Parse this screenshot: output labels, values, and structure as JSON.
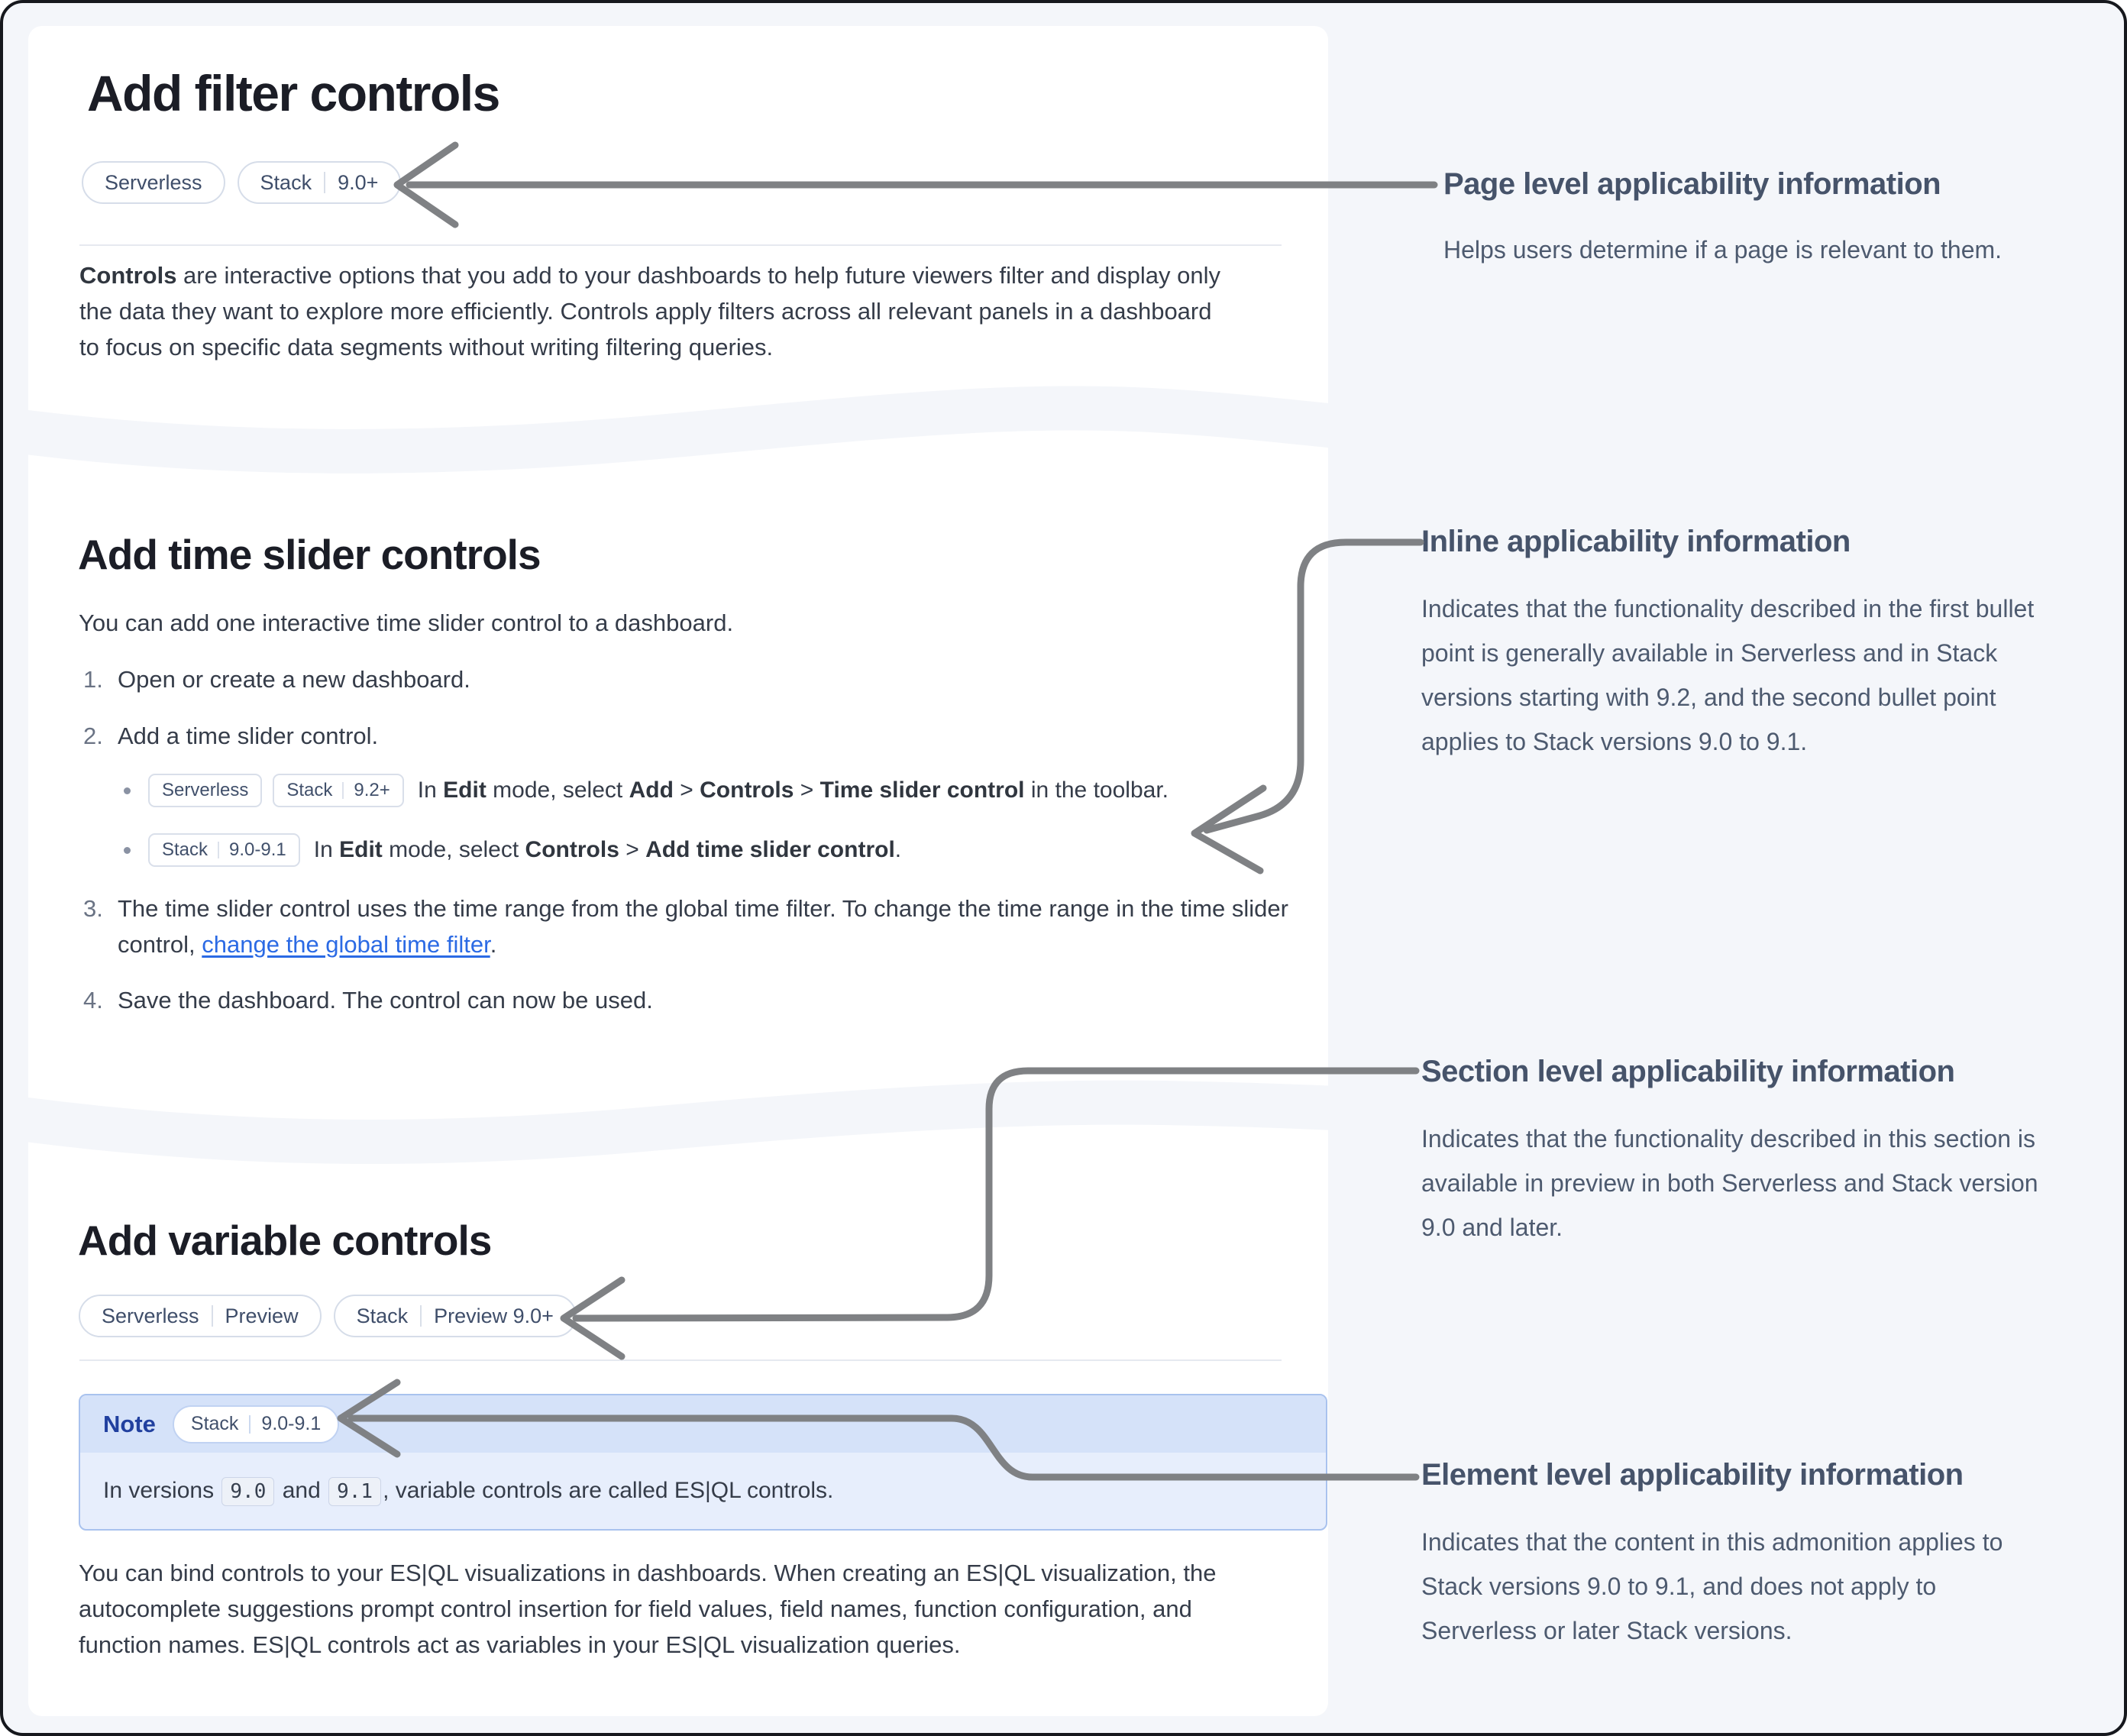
{
  "colors": {
    "page_background": "#f4f6fa",
    "card_background": "#ffffff",
    "heading_text": "#1b1d26",
    "body_text": "#353c49",
    "badge_text": "#3f4e6a",
    "badge_border": "#d6dde9",
    "link_blue": "#2b6ae4",
    "arrow_gray": "#7f8184",
    "note_border": "#a9c2ee",
    "note_header_bg": "#d5e2f9",
    "note_body_bg": "#e7eefc",
    "note_title_blue": "#21409f",
    "annotation_text": "#46536a"
  },
  "card1": {
    "title": "Add filter controls",
    "badge_serverless": "Serverless",
    "badge_stack_label": "Stack",
    "badge_stack_version": "9.0+",
    "p_bold": "Controls",
    "p_rest": " are interactive options that you add to your dashboards to help future viewers filter and display only the data they want to explore more efficiently. Controls apply filters across all relevant panels in a dashboard to focus on specific data segments without writing filtering queries."
  },
  "card2": {
    "title": "Add time slider controls",
    "intro": "You can add one interactive time slider control to a dashboard.",
    "step1_num": "1.",
    "step1": "Open or create a new dashboard.",
    "step2_num": "2.",
    "step2": "Add a time slider control.",
    "b1_badge_serverless": "Serverless",
    "b1_badge_stack_label": "Stack",
    "b1_badge_stack_version": "9.2+",
    "b1_t1": "In ",
    "b1_bold1": "Edit",
    "b1_t2": " mode, select ",
    "b1_bold2": "Add",
    "b1_sep1": " > ",
    "b1_bold3": "Controls",
    "b1_sep2": " > ",
    "b1_bold4": "Time slider control",
    "b1_t3": " in the toolbar.",
    "b2_badge_stack_label": "Stack",
    "b2_badge_stack_version": "9.0-9.1",
    "b2_t1": "In ",
    "b2_bold1": "Edit",
    "b2_t2": " mode, select ",
    "b2_bold2": "Controls",
    "b2_sep1": " > ",
    "b2_bold3": "Add time slider control",
    "b2_t3": ".",
    "step3_num": "3.",
    "step3_t1": "The time slider control uses the time range from the global time filter. To change the time range in the time slider control, ",
    "step3_link": "change the global time filter",
    "step3_t2": ".",
    "step4_num": "4.",
    "step4": "Save the dashboard. The control can now be used."
  },
  "card3": {
    "title": "Add variable controls",
    "badge1_serverless": "Serverless",
    "badge1_preview": "Preview",
    "badge2_stack_label": "Stack",
    "badge2_version": "Preview 9.0+",
    "note_label": "Note",
    "note_badge_stack_label": "Stack",
    "note_badge_version": "9.0-9.1",
    "note_t1": "In versions ",
    "note_code1": "9.0",
    "note_t2": " and ",
    "note_code2": "9.1",
    "note_t3": ", variable controls are called ES|QL controls.",
    "paragraph": "You can bind controls to your ES|QL visualizations in dashboards. When creating an ES|QL visualization, the autocomplete suggestions prompt control insertion for field values, field names, function configuration, and function names. ES|QL controls act as variables in your ES|QL visualization queries."
  },
  "annotations": [
    {
      "title": "Page level applicability information",
      "body": "Helps users determine if a page is relevant to them."
    },
    {
      "title": "Inline applicability information",
      "body": "Indicates that the functionality described in the first bullet point is generally available in Serverless and in Stack versions starting with 9.2, and the second bullet point applies to Stack versions 9.0 to 9.1."
    },
    {
      "title": "Section level applicability information",
      "body": "Indicates that the functionality described in this section is available in preview in both Serverless and Stack version 9.0 and later."
    },
    {
      "title": "Element level applicability information",
      "body": "Indicates that the content in this admonition applies to Stack versions 9.0 to 9.1, and does not apply to Serverless or later Stack versions."
    }
  ]
}
